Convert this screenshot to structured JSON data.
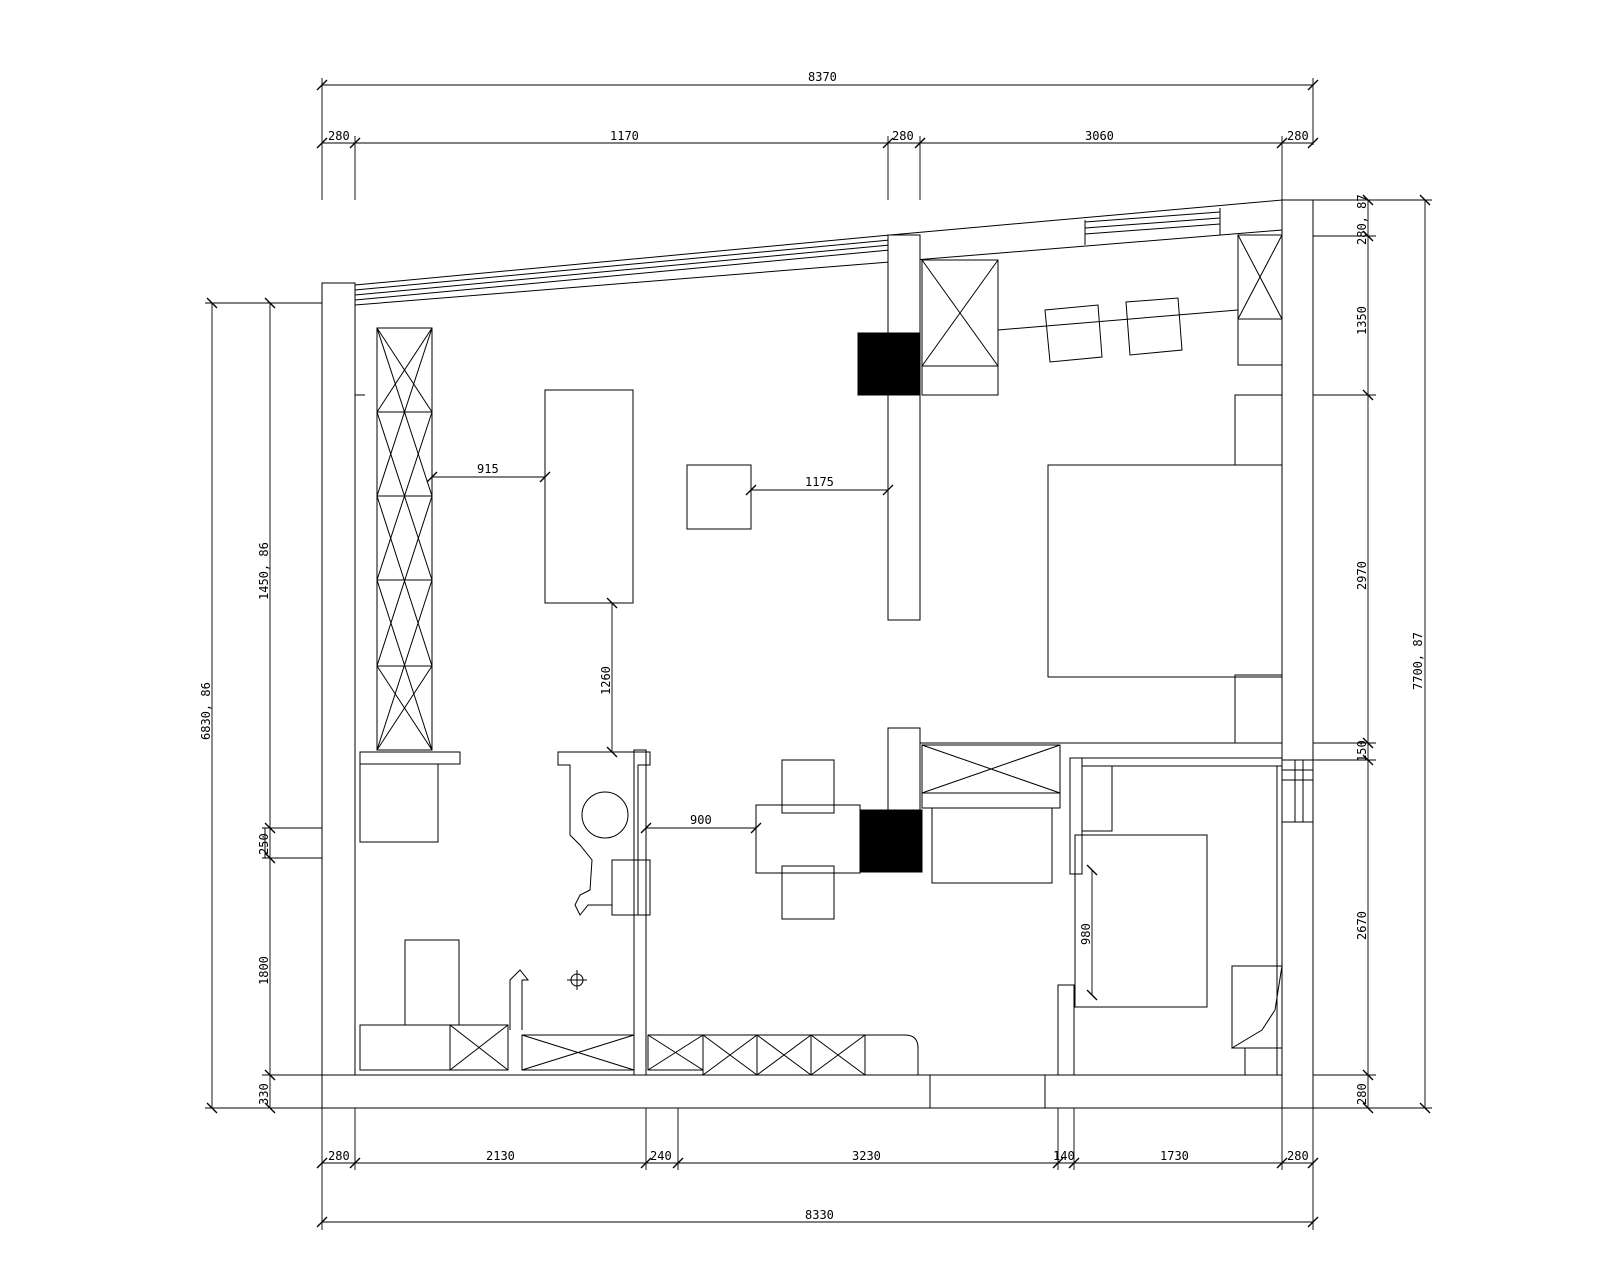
{
  "dimensions": {
    "top_total": "8370",
    "top_segments": [
      "280",
      "1170",
      "280",
      "3060",
      "280"
    ],
    "bottom_total": "8330",
    "bottom_segments": [
      "280",
      "2130",
      "240",
      "3230",
      "140",
      "1730",
      "280"
    ],
    "left_outer": "6830, 86",
    "left_segments": [
      "1450, 86",
      "250",
      "1800",
      "330"
    ],
    "right_outer": "7700, 87",
    "right_segments": [
      "280, 87",
      "1350",
      "2970",
      "150",
      "2670",
      "280"
    ],
    "interior": [
      "915",
      "1175",
      "1260",
      "900",
      "980"
    ]
  },
  "colors": {
    "line": "#000000",
    "background": "#ffffff",
    "column_fill": "#000000"
  }
}
